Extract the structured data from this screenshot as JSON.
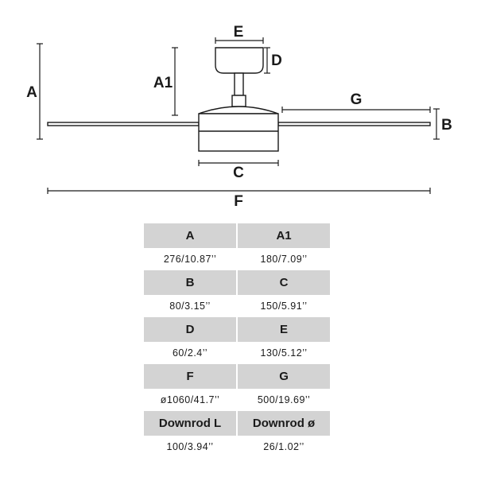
{
  "diagram": {
    "labels": {
      "A": "A",
      "A1": "A1",
      "B": "B",
      "C": "C",
      "D": "D",
      "E": "E",
      "F": "F",
      "G": "G"
    }
  },
  "table": {
    "rows": [
      {
        "headers": [
          "A",
          "A1"
        ],
        "values": [
          "276/10.87’’",
          "180/7.09’’"
        ]
      },
      {
        "headers": [
          "B",
          "C"
        ],
        "values": [
          "80/3.15’’",
          "150/5.91’’"
        ]
      },
      {
        "headers": [
          "D",
          "E"
        ],
        "values": [
          "60/2.4’’",
          "130/5.12’’"
        ]
      },
      {
        "headers": [
          "F",
          "G"
        ],
        "values": [
          "ø1060/41.7’’",
          "500/19.69’’"
        ]
      },
      {
        "headers": [
          "Downrod L",
          "Downrod ø"
        ],
        "values": [
          "100/3.94’’",
          "26/1.02’’"
        ]
      }
    ]
  },
  "colors": {
    "line": "#1a1a1a",
    "header_bg": "#d3d3d3"
  }
}
